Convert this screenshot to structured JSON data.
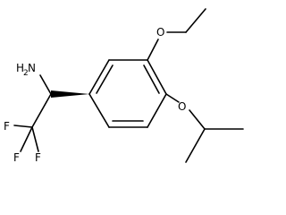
{
  "molecule": {
    "atoms": {
      "nh2": {
        "main": "H",
        "sub": "2",
        "prefix": "N"
      },
      "o_ethoxy": "O",
      "o_isopropoxy": "O",
      "f_left": "F",
      "f_bottom_left": "F",
      "f_bottom_right": "F"
    }
  },
  "colors": {
    "bond": "#000000",
    "background": "#ffffff"
  }
}
